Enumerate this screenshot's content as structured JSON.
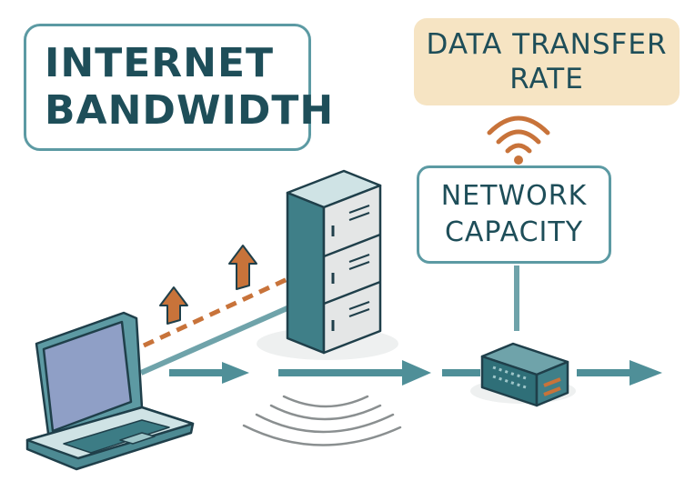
{
  "labels": {
    "title_line1": "INTERNET",
    "title_line2": "BANDWIDTH",
    "rate_line1": "DATA TRANSFER",
    "rate_line2": "RATE",
    "capacity_line1": "NETWORK",
    "capacity_line2": "CAPACITY"
  },
  "icons": [
    "laptop-icon",
    "server-rack-icon",
    "wifi-signal-icon",
    "router-icon",
    "upload-arrow-icon",
    "flow-arrow-icon",
    "signal-waves-icon"
  ],
  "colors": {
    "teal_dark": "#2f6f78",
    "teal": "#4f8f98",
    "teal_light": "#7fb1b6",
    "orange": "#c8733a",
    "outline": "#1f3f4a",
    "label_bg": "#f6e4c3",
    "screen": "#8f9fc6",
    "grey": "#e4e6e6"
  }
}
